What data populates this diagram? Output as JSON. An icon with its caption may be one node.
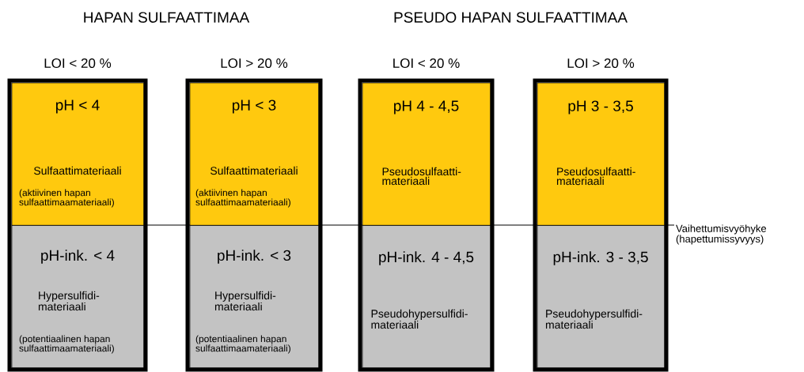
{
  "diagram": {
    "nodes": [
      {
        "text": [
          "LOI < 20 %"
        ]
      },
      {
        "text": [
          "pH < 4",
          "Sulfaattimateriaali",
          "(aktiivinen hapan sulfaattimaamateriaali)"
        ],
        "in": 0
      },
      {
        "text": [
          "pH-ink. < 4",
          "Hypersulfidi- materiaali",
          "(potentiaalinen hapan sulfaattimaamateriaali)"
        ],
        "in": 0
      },
      {
        "text": [
          "LOI > 20 %"
        ]
      },
      {
        "text": [
          "pH < 3",
          "Sulfaattimateriaali",
          "(aktiivinen hapan sulfaattimaamateriaali)"
        ],
        "in": 3
      },
      {
        "text": [
          "pH-ink. < 3",
          "Hypersulfidi- materiaali",
          "(potentiaalinen hapan sulfaattimaamateriaali)"
        ],
        "in": 3
      },
      {
        "text": [
          "LOI < 20 %"
        ]
      },
      {
        "text": [
          "pH 4 - 4,5",
          "Pseudosulfaatti- materiaali"
        ],
        "in": 6
      },
      {
        "text": [
          "pH-ink. 4 - 4,5",
          "Pseudohypersulfidi- materiaali"
        ],
        "in": 6
      },
      {
        "text": [
          "LOI > 20 %"
        ]
      },
      {
        "text": [
          "pH 3 - 3,5",
          "Pseudosulfaatti- materiaali"
        ],
        "in": 9
      },
      {
        "text": [
          "pH-ink. 3 - 3,5",
          "Pseudohypersulfidi- materiaali"
        ],
        "in": 9
      }
    ],
    "labels": [
      "HAPAN SULFAATTIMAA",
      "PSEUDO HAPAN SULFAATTIMAA",
      "Vaihettumisvyöhyke (hapettumissyvyys)"
    ]
  }
}
